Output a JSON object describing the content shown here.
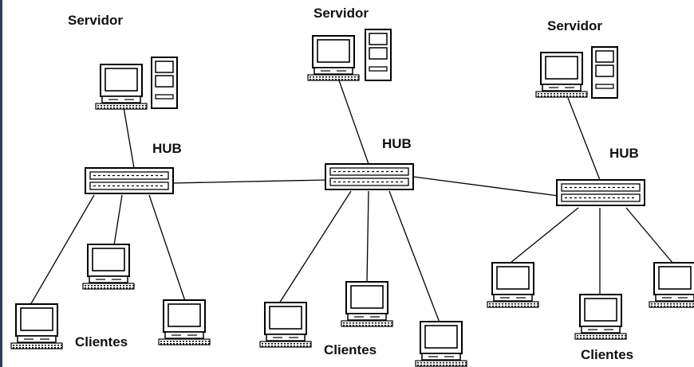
{
  "labels": {
    "server": "Servidor",
    "hub": "HUB",
    "clients": "Clientes"
  },
  "colors": {
    "line": "#000000",
    "background": "#ffffff",
    "edge": "#2c3e57"
  }
}
